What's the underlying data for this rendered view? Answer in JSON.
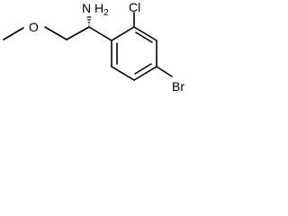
{
  "molecule": {
    "atoms": {
      "amine": {
        "symbol": "N",
        "hydrogens": "H",
        "subscript": "2"
      },
      "oxygen": {
        "symbol": "O"
      },
      "chlorine": {
        "symbol": "Cl"
      },
      "bromine": {
        "symbol": "Br"
      }
    },
    "colors": {
      "bond": "#000000",
      "text": "#000000",
      "background": "#ffffff"
    }
  }
}
